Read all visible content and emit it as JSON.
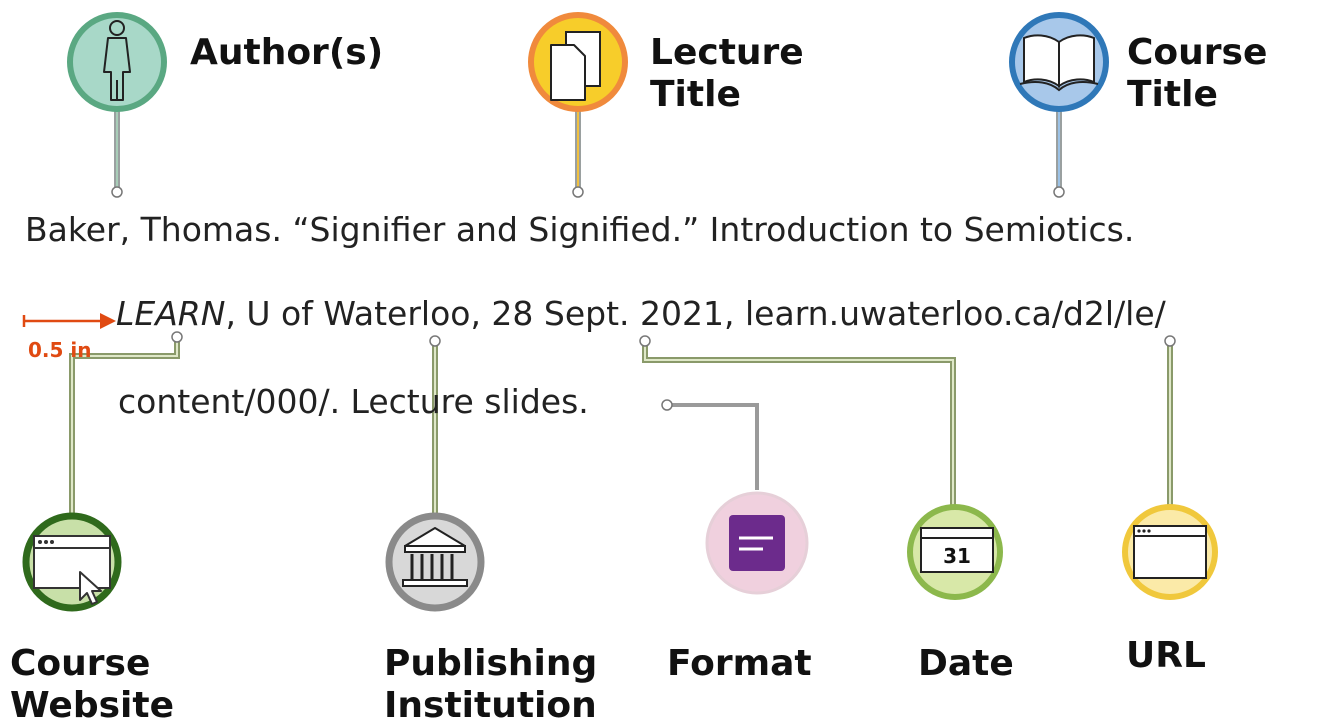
{
  "top_labels": {
    "author": "Author(s)",
    "lecture_title": [
      "Lecture",
      "Title"
    ],
    "course_title": [
      "Course",
      "Title"
    ]
  },
  "citation": {
    "line1": "Baker, Thomas. “Signifier and Signified.” Introduction to Semiotics.",
    "line2_italic": "LEARN",
    "line2_rest": ", U of Waterloo, 28 Sept. 2021, learn.uwaterloo.ca/d2l/le/",
    "line3": "content/000/. Lecture slides."
  },
  "indent": {
    "label": "0.5 in"
  },
  "bottom_labels": {
    "course_website": [
      "Course",
      "Website"
    ],
    "publishing_institution": [
      "Publishing",
      "Institution"
    ],
    "format": "Format",
    "date": "Date",
    "url": "URL"
  },
  "date_icon_text": "31",
  "colors": {
    "author": "#5aa882",
    "lecture": "#f08a3c",
    "course": "#2f78b8",
    "website": "#3c6e22",
    "institution": "#888888",
    "format": "#6c2b8c",
    "date": "#8cb84c",
    "url": "#f0c83c",
    "indent_arrow": "#e04a12"
  }
}
